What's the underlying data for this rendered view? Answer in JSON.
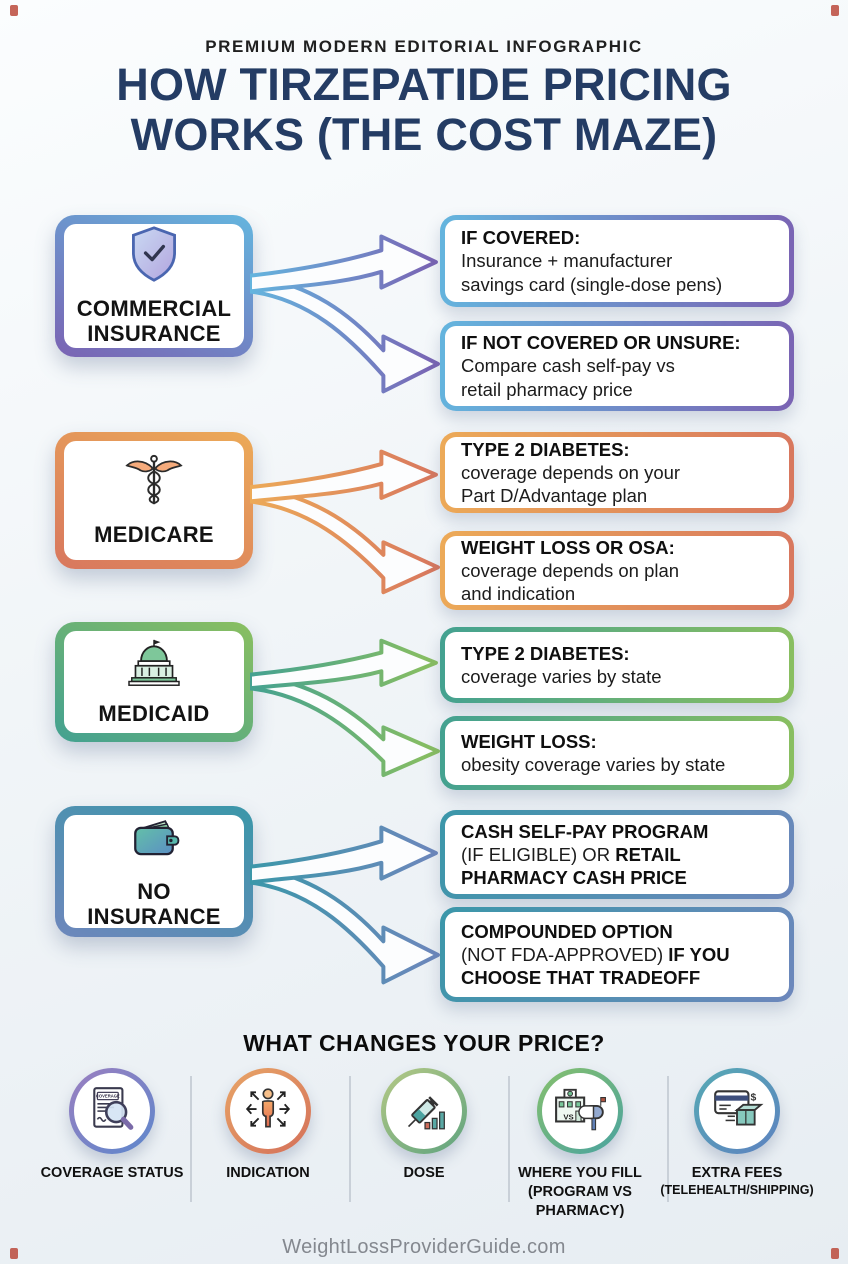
{
  "header": {
    "eyebrow": "PREMIUM MODERN EDITORIAL INFOGRAPHIC",
    "title_line1": "HOW TIRZEPATIDE PRICING",
    "title_line2": "WORKS (THE COST MAZE)",
    "title_color": "#243c64"
  },
  "flow": {
    "rows": [
      {
        "label": "COMMERCIAL INSURANCE",
        "icon": "shield-check-icon",
        "accent": {
          "from": "#64b5de",
          "to": "#7a63b3"
        },
        "outcomes": [
          {
            "title": "IF COVERED:",
            "body": "Insurance + manufacturer\nsavings card (single-dose pens)"
          },
          {
            "title": "IF NOT COVERED OR UNSURE:",
            "body": "Compare cash self-pay vs\nretail pharmacy price"
          }
        ]
      },
      {
        "label": "MEDICARE",
        "icon": "caduceus-icon",
        "accent": {
          "from": "#ecaa58",
          "to": "#d8775e"
        },
        "outcomes": [
          {
            "title": "TYPE 2 DIABETES:",
            "body": "coverage depends on your\nPart D/Advantage plan"
          },
          {
            "title": "WEIGHT LOSS OR OSA:",
            "body": "coverage depends on plan\nand indication"
          }
        ]
      },
      {
        "label": "MEDICAID",
        "icon": "capitol-building-icon",
        "accent": {
          "from": "#43a191",
          "to": "#8abf60"
        },
        "outcomes": [
          {
            "title": "TYPE 2 DIABETES:",
            "body": "coverage varies by state"
          },
          {
            "title": "WEIGHT LOSS:",
            "body": "obesity coverage varies by state"
          }
        ]
      },
      {
        "label": "NO INSURANCE",
        "icon": "wallet-icon",
        "accent": {
          "from": "#3b97a9",
          "to": "#6d87bc"
        },
        "outcomes": [
          {
            "bold1": "CASH SELF-PAY PROGRAM",
            "normal": "\n(IF ELIGIBLE) OR ",
            "bold2": "RETAIL\nPHARMACY CASH PRICE"
          },
          {
            "bold1": "COMPOUNDED OPTION",
            "normal": "\n(NOT FDA-APPROVED) ",
            "bold2": "IF YOU\nCHOOSE THAT TRADEOFF"
          }
        ]
      }
    ]
  },
  "factors": {
    "heading": "WHAT CHANGES YOUR PRICE?",
    "items": [
      {
        "label": "COVERAGE STATUS",
        "icon": "coverage-document-icon",
        "doc_text": "COVERAGE",
        "accent": {
          "from": "#9b7fc0",
          "to": "#5d87cc"
        }
      },
      {
        "label": "INDICATION",
        "icon": "person-arrows-icon",
        "accent": {
          "from": "#e8a567",
          "to": "#d4705a"
        }
      },
      {
        "label": "DOSE",
        "icon": "syringe-dose-icon",
        "accent": {
          "from": "#b5c985",
          "to": "#5fa37f"
        }
      },
      {
        "label": "WHERE YOU FILL (PROGRAM VS PHARMACY)",
        "icon": "pharmacy-vs-mailbox-icon",
        "vs_text": "VS",
        "accent": {
          "from": "#86c06c",
          "to": "#4aa3a0"
        }
      },
      {
        "label": "EXTRA FEES",
        "sublabel": "(TELEHEALTH/SHIPPING)",
        "icon": "card-package-icon",
        "currency_symbol": "$",
        "accent": {
          "from": "#56aab4",
          "to": "#5d82c0"
        }
      }
    ]
  },
  "footer": {
    "site": "WeightLossProviderGuide.com"
  }
}
